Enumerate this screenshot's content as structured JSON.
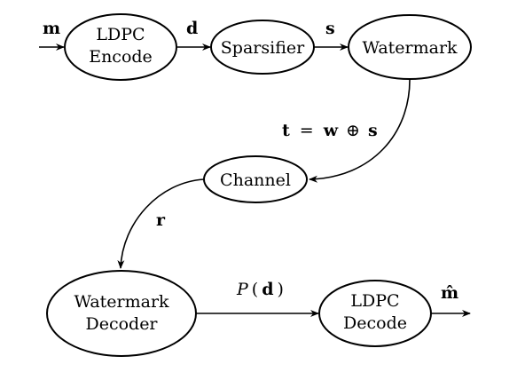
{
  "nodes": {
    "ldpc_encode": {
      "line1": "LDPC",
      "line2": "Encode"
    },
    "sparsifier": {
      "label": "Sparsifier"
    },
    "watermark": {
      "label": "Watermark"
    },
    "channel": {
      "label": "Channel"
    },
    "watermark_decoder": {
      "line1": "Watermark",
      "line2": "Decoder"
    },
    "ldpc_decode": {
      "line1": "LDPC",
      "line2": "Decode"
    }
  },
  "edges": {
    "input": "m",
    "encode_to_sparsifier": "d",
    "sparsifier_to_watermark": "s",
    "watermark_to_channel": {
      "t": "t",
      "eq": "=",
      "w": "w",
      "xor": "⊕",
      "s": "s"
    },
    "channel_to_decoder": "r",
    "decoder_to_ldpc": {
      "p": "P",
      "open": "(",
      "d": "d",
      "close": ")"
    },
    "output": "m̂"
  }
}
